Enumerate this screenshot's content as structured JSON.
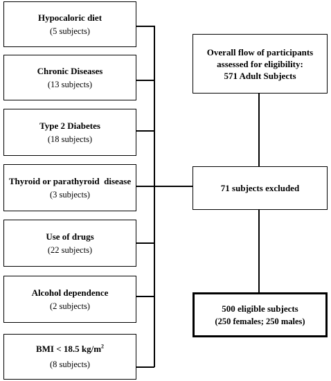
{
  "exclusions": [
    {
      "title": "Hypocaloric diet",
      "count": "(5 subjects)"
    },
    {
      "title": "Chronic Diseases",
      "count": "(13 subjects)"
    },
    {
      "title": "Type 2 Diabetes",
      "count": "(18 subjects)"
    },
    {
      "title": "Thyroid or parathyroid  disease",
      "count": "(3 subjects)"
    },
    {
      "title": "Use of drugs",
      "count": "(22 subjects)"
    },
    {
      "title": "Alcohol dependence",
      "count": "(2 subjects)"
    },
    {
      "title": "BMI < 18.5 kg/m",
      "superscript": "2",
      "count": "(8 subjects)"
    }
  ],
  "assessed": {
    "line1": "Overall flow of participants",
    "line2": "assessed for eligibility:",
    "line3": "571 Adult Subjects"
  },
  "excluded": {
    "label": "71 subjects excluded"
  },
  "eligible": {
    "line1": "500 eligible subjects",
    "line2": "(250 females; 250 males)"
  }
}
